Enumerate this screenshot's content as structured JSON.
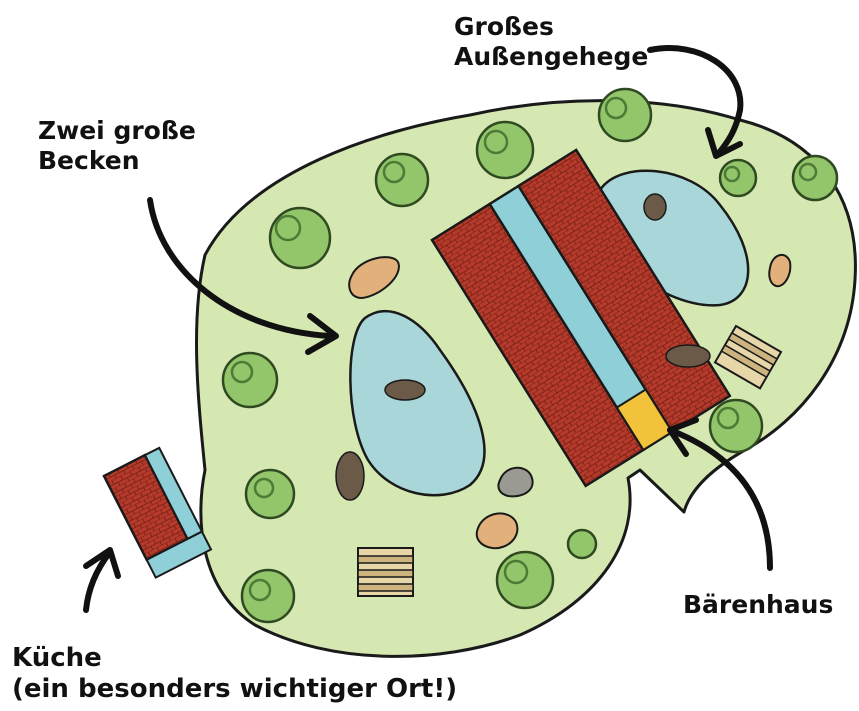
{
  "labels": {
    "aussengehege": {
      "line1": "Großes",
      "line2": "Außengehege"
    },
    "becken": {
      "line1": "Zwei große",
      "line2": "Becken"
    },
    "baerenhaus": {
      "line1": "Bärenhaus"
    },
    "kueche": {
      "line1": "Küche",
      "line2": "(ein besonders wichtiger Ort!)"
    }
  },
  "colors": {
    "enclosure_fill": "#d6e8b2",
    "outline": "#1a1a1a",
    "pool_fill": "#a9d6d8",
    "roof_red": "#b53a2b",
    "roof_glass": "#8fd0d8",
    "tree_green": "#93c56a",
    "tree_dark": "#4d7a36",
    "rock_tan": "#e2b07a",
    "bear_brown": "#6b5a48",
    "hay_yellow": "#f2c23a"
  },
  "icons": [
    "tree-icon",
    "bear-icon",
    "rock-icon",
    "pallet-icon",
    "arrow-icon",
    "pool-icon",
    "building-icon"
  ]
}
